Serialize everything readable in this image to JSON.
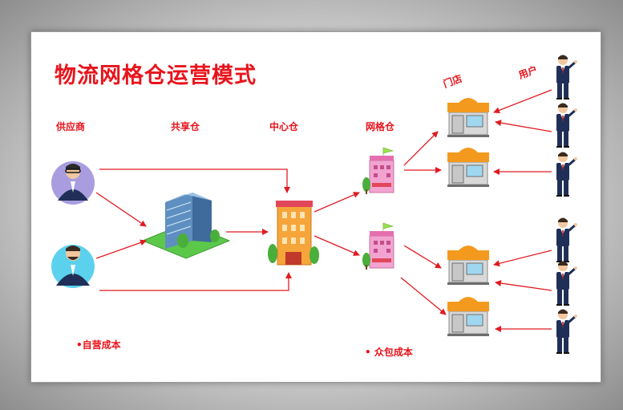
{
  "title": "物流网格仓运营模式",
  "columns": {
    "supplier": "供应商",
    "shared": "共享仓",
    "center": "中心仓",
    "grid": "网格仓",
    "store": "门店",
    "user": "用户"
  },
  "costs": {
    "self": "•自营成本",
    "crowd": "• 众包成本"
  },
  "colors": {
    "accent": "#e8141c",
    "arrow": "#e11b22"
  }
}
